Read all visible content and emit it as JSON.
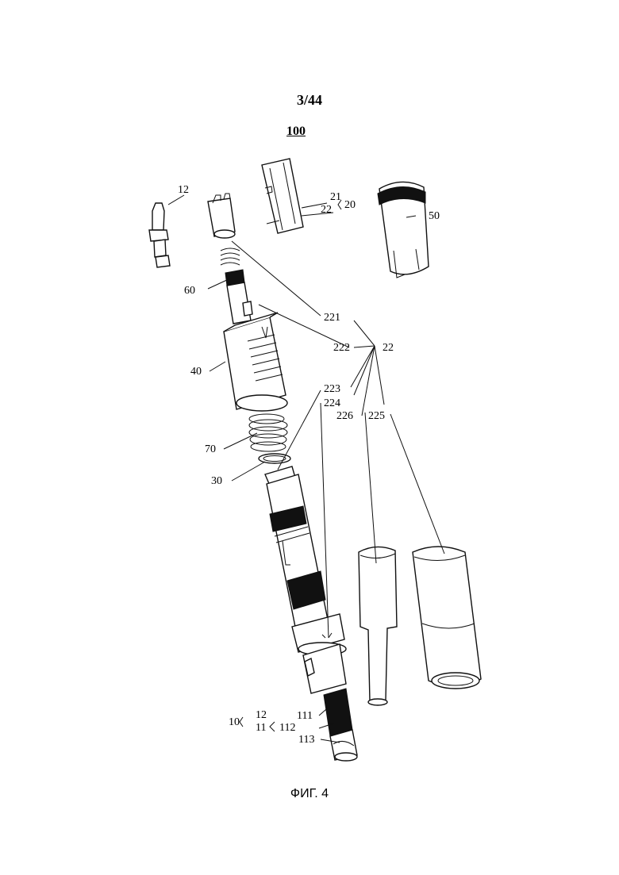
{
  "page_number": "3/44",
  "assembly_ref": "100",
  "caption": "ФИГ. 4",
  "labels": {
    "l12_top": "12",
    "l21": "21",
    "l22_a": "22",
    "l20": "20",
    "l50": "50",
    "l60": "60",
    "l221": "221",
    "l22_b": "22",
    "l222": "222",
    "l40": "40",
    "l223": "223",
    "l224": "224",
    "l226": "226",
    "l225": "225",
    "l70": "70",
    "l30": "30",
    "l10": "10",
    "l12_bot": "12",
    "l11": "11",
    "l111": "111",
    "l112": "112",
    "l113": "113"
  }
}
